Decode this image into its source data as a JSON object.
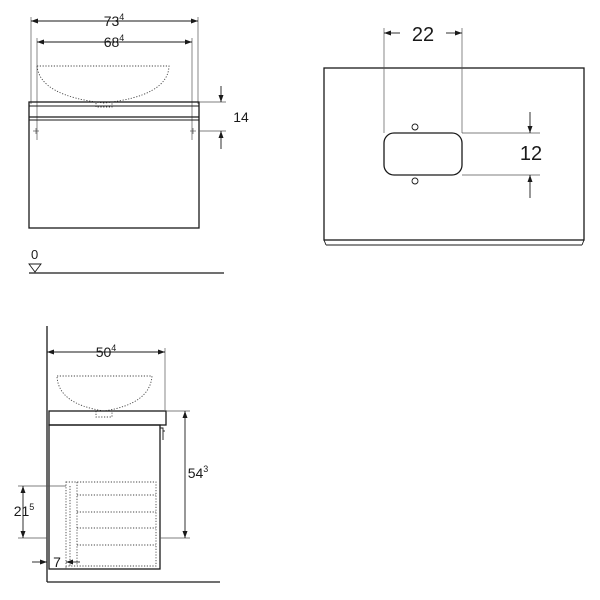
{
  "front_view": {
    "overall_width": {
      "main": "73",
      "sup": "4"
    },
    "basin_width": {
      "main": "68",
      "sup": "4"
    },
    "worktop_height": {
      "main": "14"
    }
  },
  "top_view": {
    "cutout_width": {
      "main": "22"
    },
    "cutout_height": {
      "main": "12"
    }
  },
  "level_marker": {
    "main": "0"
  },
  "side_view": {
    "depth": {
      "main": "50",
      "sup": "4"
    },
    "height": {
      "main": "54",
      "sup": "3"
    },
    "drawer_height": {
      "main": "21",
      "sup": "5"
    },
    "wall_offset": {
      "main": "7"
    }
  }
}
